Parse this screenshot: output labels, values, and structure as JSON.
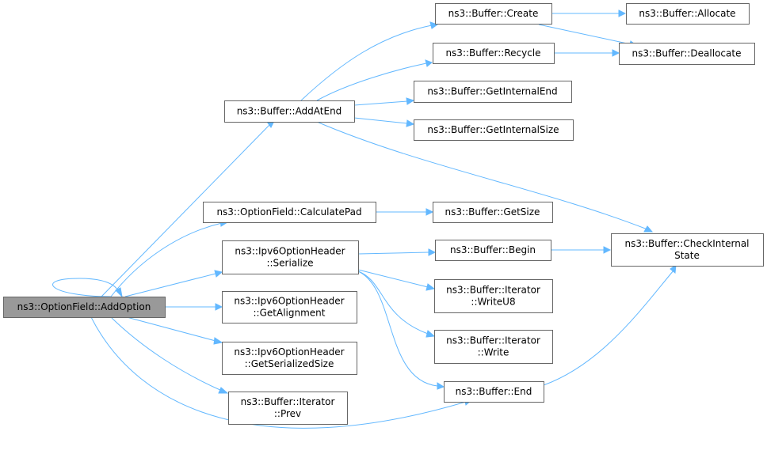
{
  "nodes": {
    "root": {
      "lines": [
        "ns3::OptionField::AddOption"
      ]
    },
    "addatend": {
      "lines": [
        "ns3::Buffer::AddAtEnd"
      ]
    },
    "create": {
      "lines": [
        "ns3::Buffer::Create"
      ]
    },
    "allocate": {
      "lines": [
        "ns3::Buffer::Allocate"
      ]
    },
    "deallocate": {
      "lines": [
        "ns3::Buffer::Deallocate"
      ]
    },
    "recycle": {
      "lines": [
        "ns3::Buffer::Recycle"
      ]
    },
    "getinternalend": {
      "lines": [
        "ns3::Buffer::GetInternalEnd"
      ]
    },
    "getinternalsize": {
      "lines": [
        "ns3::Buffer::GetInternalSize"
      ]
    },
    "calculatepad": {
      "lines": [
        "ns3::OptionField::CalculatePad"
      ]
    },
    "getsize": {
      "lines": [
        "ns3::Buffer::GetSize"
      ]
    },
    "serialize": {
      "lines": [
        "ns3::Ipv6OptionHeader",
        "::Serialize"
      ]
    },
    "begin": {
      "lines": [
        "ns3::Buffer::Begin"
      ]
    },
    "checkinternalstate": {
      "lines": [
        "ns3::Buffer::CheckInternal",
        "State"
      ]
    },
    "writeu8": {
      "lines": [
        "ns3::Buffer::Iterator",
        "::WriteU8"
      ]
    },
    "write": {
      "lines": [
        "ns3::Buffer::Iterator",
        "::Write"
      ]
    },
    "end": {
      "lines": [
        "ns3::Buffer::End"
      ]
    },
    "getalignment": {
      "lines": [
        "ns3::Ipv6OptionHeader",
        "::GetAlignment"
      ]
    },
    "getserializedsize": {
      "lines": [
        "ns3::Ipv6OptionHeader",
        "::GetSerializedSize"
      ]
    },
    "prev": {
      "lines": [
        "ns3::Buffer::Iterator",
        "::Prev"
      ]
    }
  },
  "colors": {
    "edge": "#63b8ff",
    "node_border": "#666666",
    "root_fill": "#999999",
    "node_fill": "#ffffff"
  }
}
